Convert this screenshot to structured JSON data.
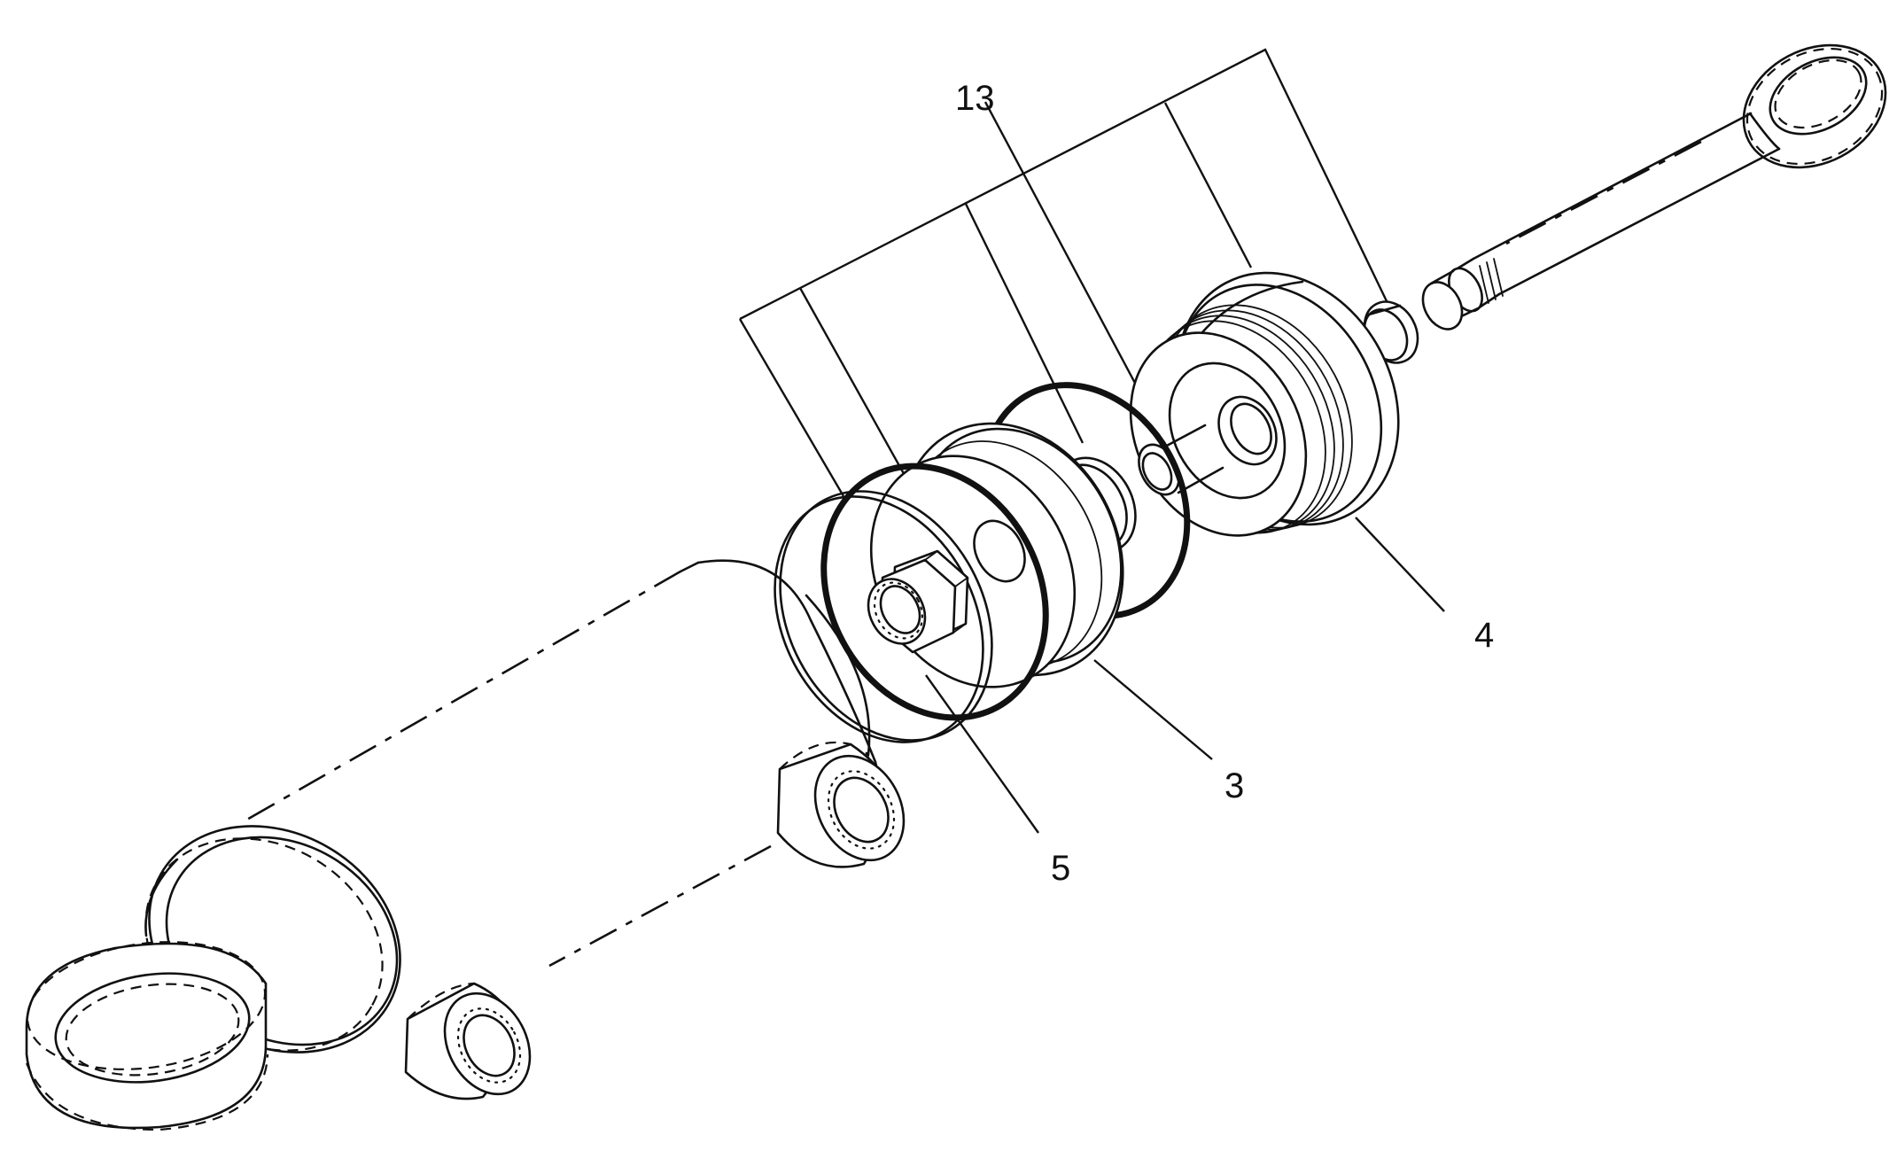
{
  "callouts": [
    {
      "id": "13",
      "label": "13"
    },
    {
      "id": "4",
      "label": "4"
    },
    {
      "id": "3",
      "label": "3"
    },
    {
      "id": "5",
      "label": "5"
    }
  ]
}
